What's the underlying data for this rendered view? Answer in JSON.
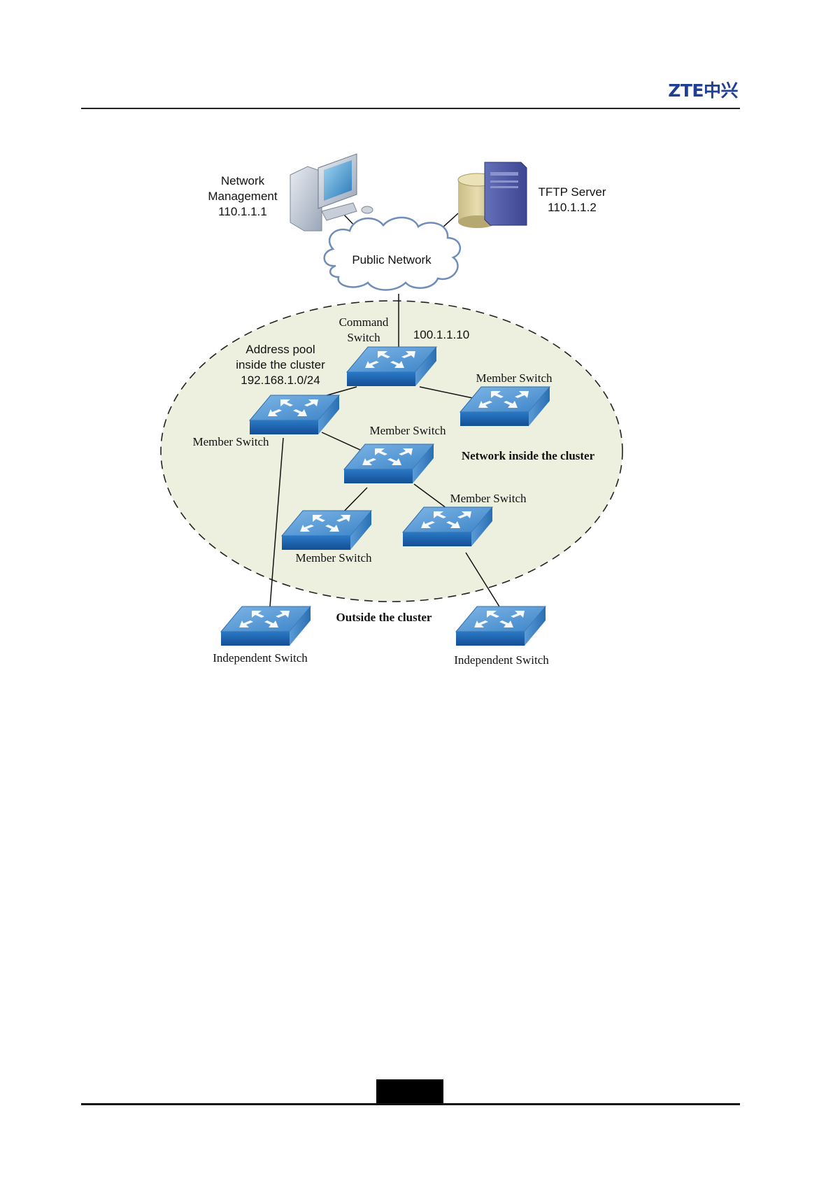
{
  "header": {
    "logo_text": "ZTE中兴",
    "brand_color": "#1e3f94"
  },
  "diagram": {
    "network_management": {
      "name_line1": "Network",
      "name_line2": "Management",
      "ip": "110.1.1.1",
      "icon": "computer-icon"
    },
    "tftp_server": {
      "name": "TFTP Server",
      "ip": "110.1.1.2",
      "icon": "server-icon"
    },
    "public_network": {
      "label": "Public Network",
      "icon": "cloud-icon"
    },
    "command_switch": {
      "label_line1": "Command",
      "label_line2": "Switch",
      "ip": "100.1.1.10"
    },
    "address_pool": {
      "line1": "Address pool",
      "line2": "inside the cluster",
      "line3": "192.168.1.0/24"
    },
    "member_switch_label": "Member Switch",
    "independent_switch_label": "Independent Switch",
    "cluster_label": "Network inside the cluster",
    "outside_label": "Outside the cluster",
    "colors": {
      "cluster_fill": "#eef0df",
      "switch_top": "#4f94d4",
      "switch_front": "#1d68b8",
      "cloud_fill": "#ffffff",
      "cloud_stroke": "#6f8db8"
    }
  }
}
